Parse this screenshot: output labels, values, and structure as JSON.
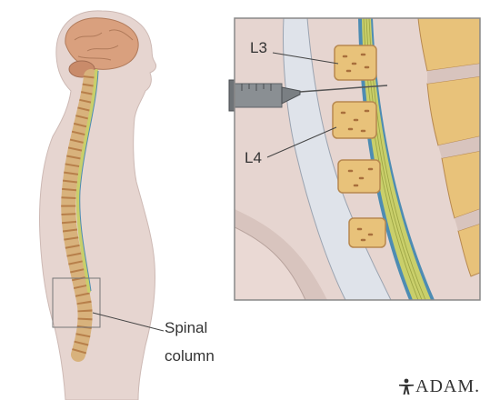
{
  "labels": {
    "vertebra_upper": "L3",
    "vertebra_lower": "L4",
    "body_line1": "Spinal",
    "body_line2": "column"
  },
  "brand": {
    "logo_text": "ADAM.",
    "logo_icon": "adam-figure-icon"
  },
  "colors": {
    "skin": "#e6d5d0",
    "brain": "#d9a07e",
    "bone": "#e8c27a",
    "bone_dark": "#c98b4f",
    "spinal_cord": "#c9cf6a",
    "dura": "#4d8cb3",
    "syringe": "#8a8f93",
    "panel_border": "#888888"
  }
}
